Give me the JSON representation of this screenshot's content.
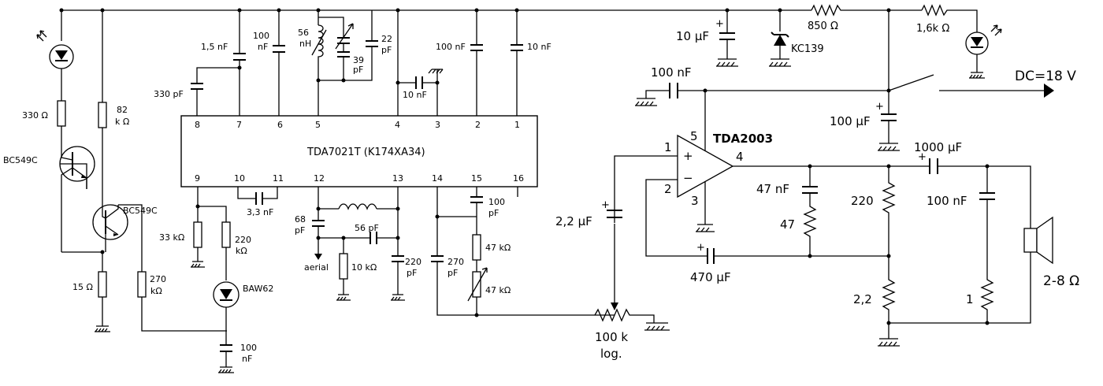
{
  "title": "",
  "ic1": {
    "name": "TDA7021T (K174XA34)",
    "pins_top": [
      "8",
      "7",
      "6",
      "5",
      "4",
      "3",
      "2",
      "1"
    ],
    "pins_bottom": [
      "9",
      "10",
      "11",
      "12",
      "13",
      "14",
      "15",
      "16"
    ]
  },
  "ic2": {
    "name": "TDA2003",
    "pins": [
      "1",
      "2",
      "3",
      "4",
      "5"
    ],
    "plus": "+",
    "minus": "−"
  },
  "labels": {
    "c_1n5": "1,5 nF",
    "c_100n_a_1": "100",
    "c_100n_a_2": "nF",
    "l_56n_1": "56",
    "l_56n_2": "nH",
    "c_39p_1": "39",
    "c_39p_2": "pF",
    "c_22p_1": "22",
    "c_22p_2": "pF",
    "c_100n_b": "100 nF",
    "c_10n_a": "10 nF",
    "c_10n_b": "10 nF",
    "c_330p": "330 pF",
    "c_10u": "10 µF",
    "z_kc139": "KC139",
    "r_850": "850 Ω",
    "r_1k6": "1,6k Ω",
    "dc": "DC=18 V",
    "c_100n_c": "100 nF",
    "c_100u": "100 µF",
    "c_1000u": "1000 µF",
    "c_100n_d": "100 nF",
    "c_47n": "47 nF",
    "r_47": "47",
    "r_220": "220",
    "r_2_2": "2,2",
    "r_1": "1",
    "spk": "2-8 Ω",
    "c_470u": "470 µF",
    "c_2u2": "2,2 µF",
    "pot_1": "100 k",
    "pot_2": "log.",
    "r_330": "330 Ω",
    "r_82_1": "82",
    "r_82_2": "k Ω",
    "q1": "BC549C",
    "q2": "BC549C",
    "r_15": "15 Ω",
    "r_270k_1": "270",
    "r_270k_2": "kΩ",
    "r_33k": "33 kΩ",
    "r_220k_1": "220",
    "r_220k_2": "kΩ",
    "d_baw62": "BAW62",
    "c_100n_e_1": "100",
    "c_100n_e_2": "nF",
    "c_3n3": "3,3 nF",
    "c_68p_1": "68",
    "c_68p_2": "pF",
    "aerial": "aerial",
    "c_56p": "56 pF",
    "r_10k": "10 kΩ",
    "c_220p_1": "220",
    "c_220p_2": "pF",
    "c_270p_1": "270",
    "c_270p_2": "pF",
    "c_100p_1": "100",
    "c_100p_2": "pF",
    "r_47k_a": "47 kΩ",
    "r_47k_b": "47 kΩ",
    "plus": "+"
  }
}
